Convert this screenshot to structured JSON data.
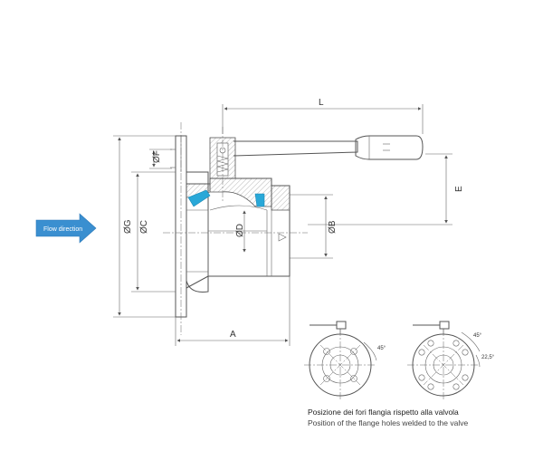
{
  "flow_label": "Flow direction",
  "dims": {
    "L": "L",
    "E": "E",
    "A": "A",
    "F": "ØF",
    "G": "ØG",
    "C": "ØC",
    "D": "ØD",
    "B": "ØB"
  },
  "angles": {
    "left_view": "45°",
    "right_view_1": "45°",
    "right_view_2": "22,5°"
  },
  "caption": {
    "italian": "Posizione dei fori flangia rispetto alla valvola",
    "english": "Position of the flange holes welded to the valve"
  },
  "colors": {
    "seal": "#29a8d8",
    "flow_arrow": "#3a8fd0",
    "line": "#555555"
  }
}
